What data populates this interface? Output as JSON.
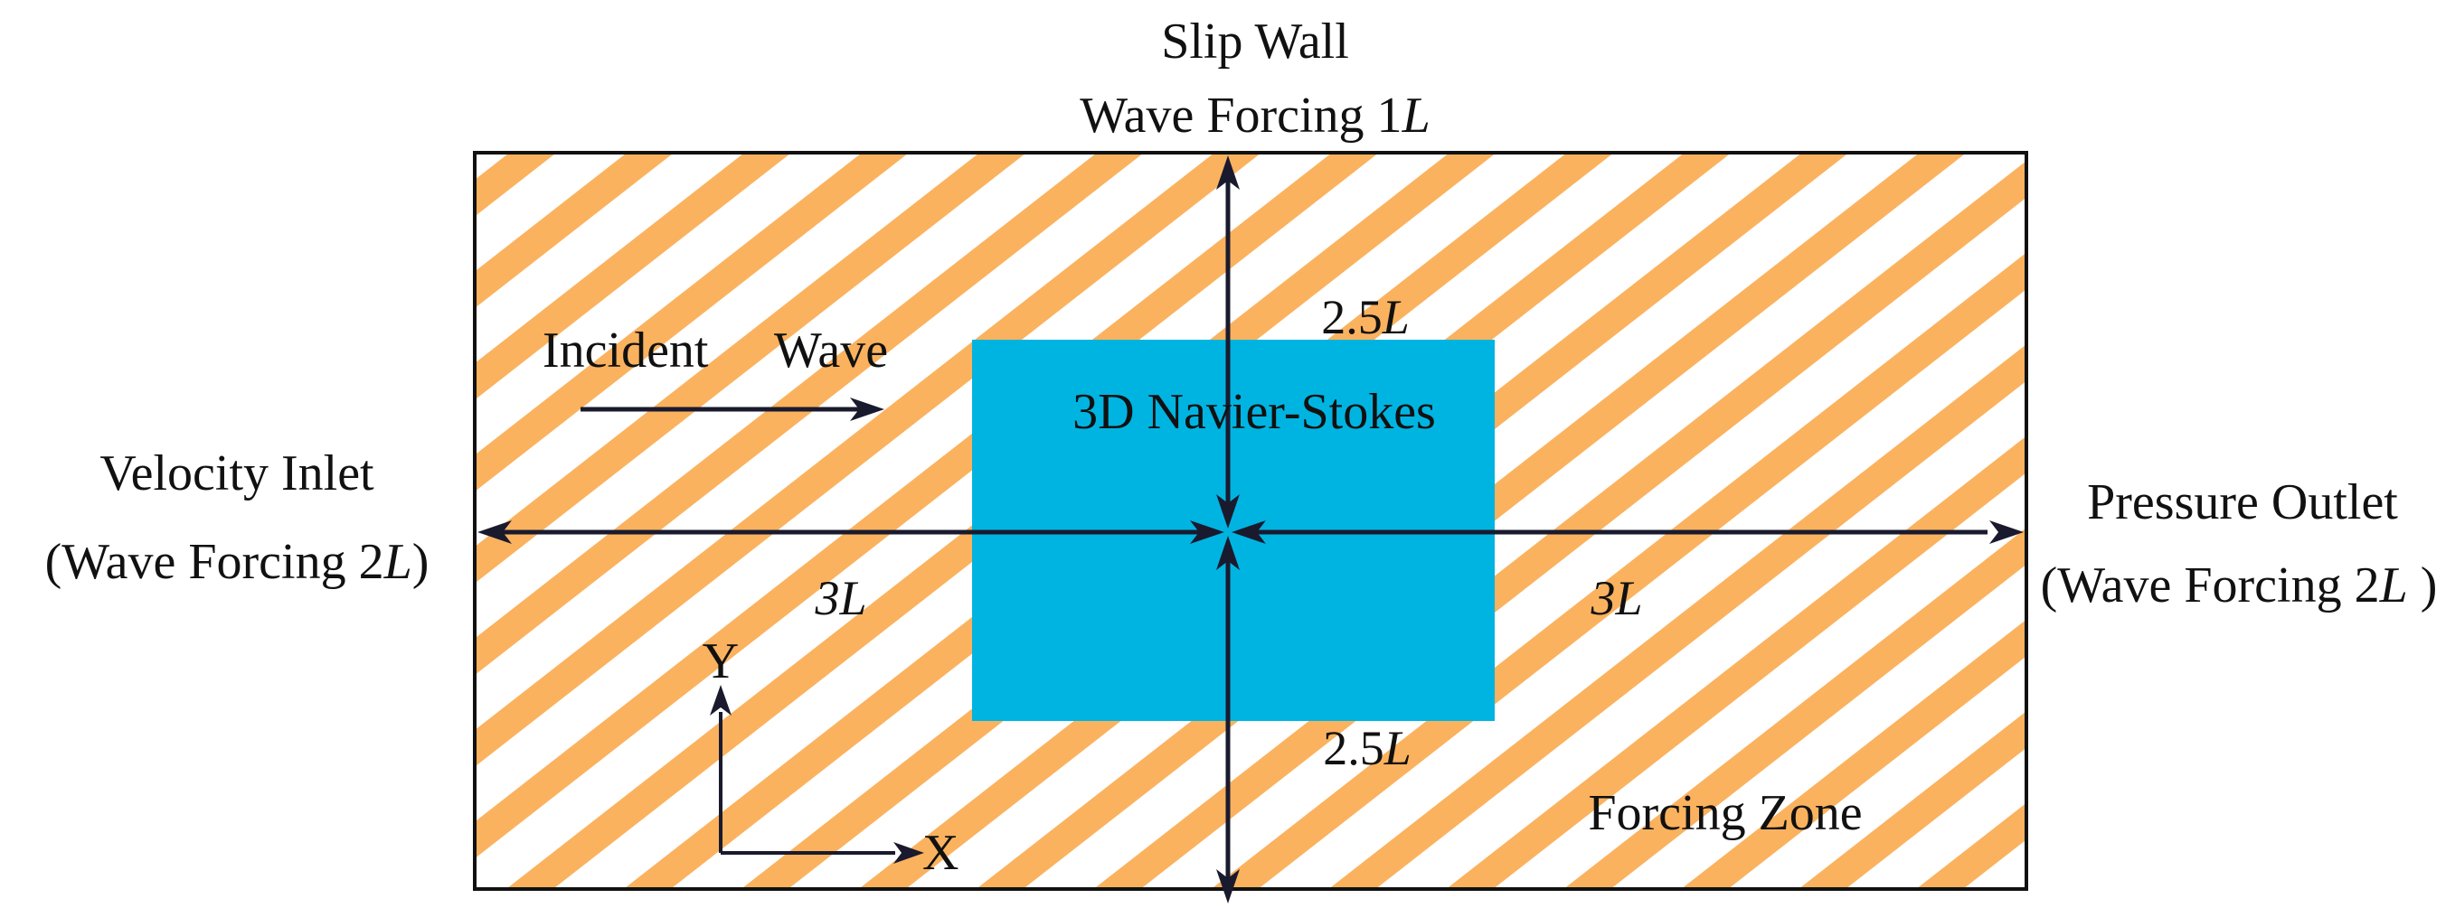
{
  "colors": {
    "stripe": "#FBB25E",
    "core": "#00B4E1",
    "line": "#1A1A2E",
    "frame": "#111111",
    "background": "#FFFFFF"
  },
  "top_boundary": {
    "line1": "Slip Wall",
    "line2_text": "Wave Forcing 1",
    "line2_unit": "L"
  },
  "left_boundary": {
    "line1": "Velocity Inlet",
    "line2_open": "(Wave Forcing 2",
    "line2_unit": "L",
    "line2_close": ")"
  },
  "right_boundary": {
    "line1": "Pressure Outlet",
    "line2_open": "(Wave Forcing 2",
    "line2_unit": "L",
    "line2_close": " )"
  },
  "incident_wave": {
    "word1": "Incident",
    "word2": "Wave"
  },
  "core_zone": {
    "label": "3D Navier-Stokes"
  },
  "dimensions": {
    "top_num": "2.5",
    "bottom_num": "2.5",
    "left_num": "3",
    "right_num": "3",
    "unit": "L"
  },
  "axes": {
    "x": "X",
    "y": "Y"
  },
  "forcing_zone": {
    "label": "Forcing Zone"
  }
}
